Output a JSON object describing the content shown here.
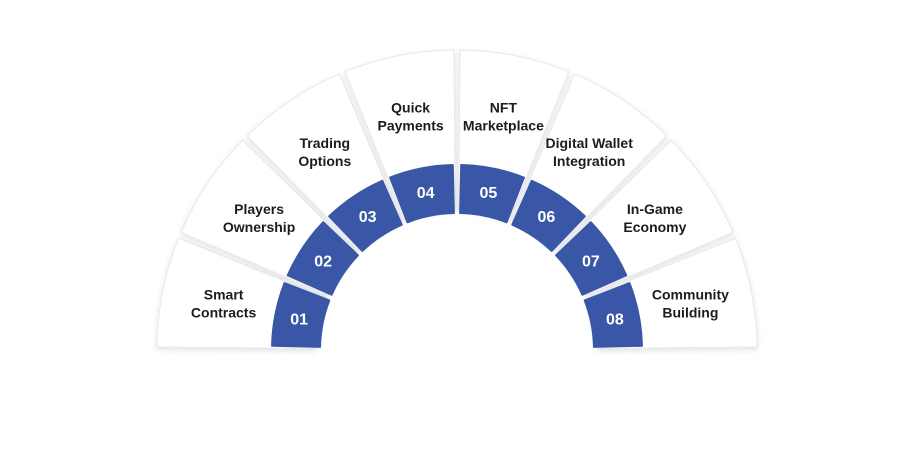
{
  "diagram": {
    "colors": {
      "card": "#ffffff",
      "card_stroke": "#e6e8ee",
      "band": "#3a57a7",
      "label": "#1c1c1c",
      "number": "#ffffff"
    },
    "segments": [
      {
        "number": "01",
        "lines": [
          "Smart",
          "Contracts"
        ]
      },
      {
        "number": "02",
        "lines": [
          "Players",
          "Ownership"
        ]
      },
      {
        "number": "03",
        "lines": [
          "Trading",
          "Options"
        ]
      },
      {
        "number": "04",
        "lines": [
          "Quick",
          "Payments"
        ]
      },
      {
        "number": "05",
        "lines": [
          "NFT",
          "Marketplace"
        ]
      },
      {
        "number": "06",
        "lines": [
          "Digital Wallet",
          "Integration"
        ]
      },
      {
        "number": "07",
        "lines": [
          "In-Game",
          "Economy"
        ]
      },
      {
        "number": "08",
        "lines": [
          "Community",
          "Building"
        ]
      }
    ]
  }
}
